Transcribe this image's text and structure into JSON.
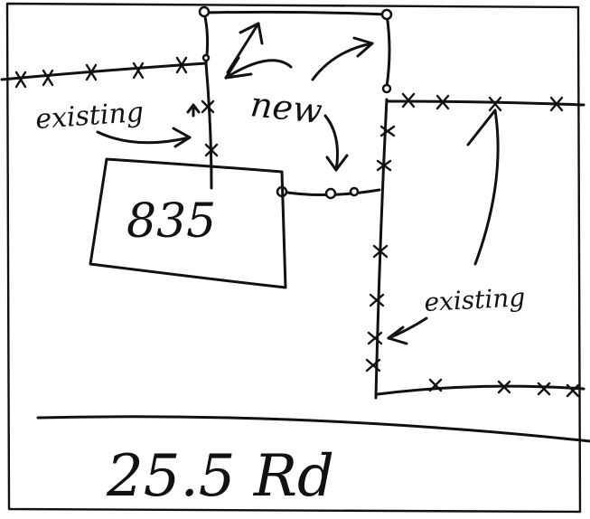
{
  "labels": {
    "existing_left": "existing",
    "new": "new",
    "existing_right": "existing",
    "lot_number": "835",
    "road": "25.5 Rd"
  },
  "colors": {
    "paper": "#ffffff",
    "ink": "#111111"
  }
}
